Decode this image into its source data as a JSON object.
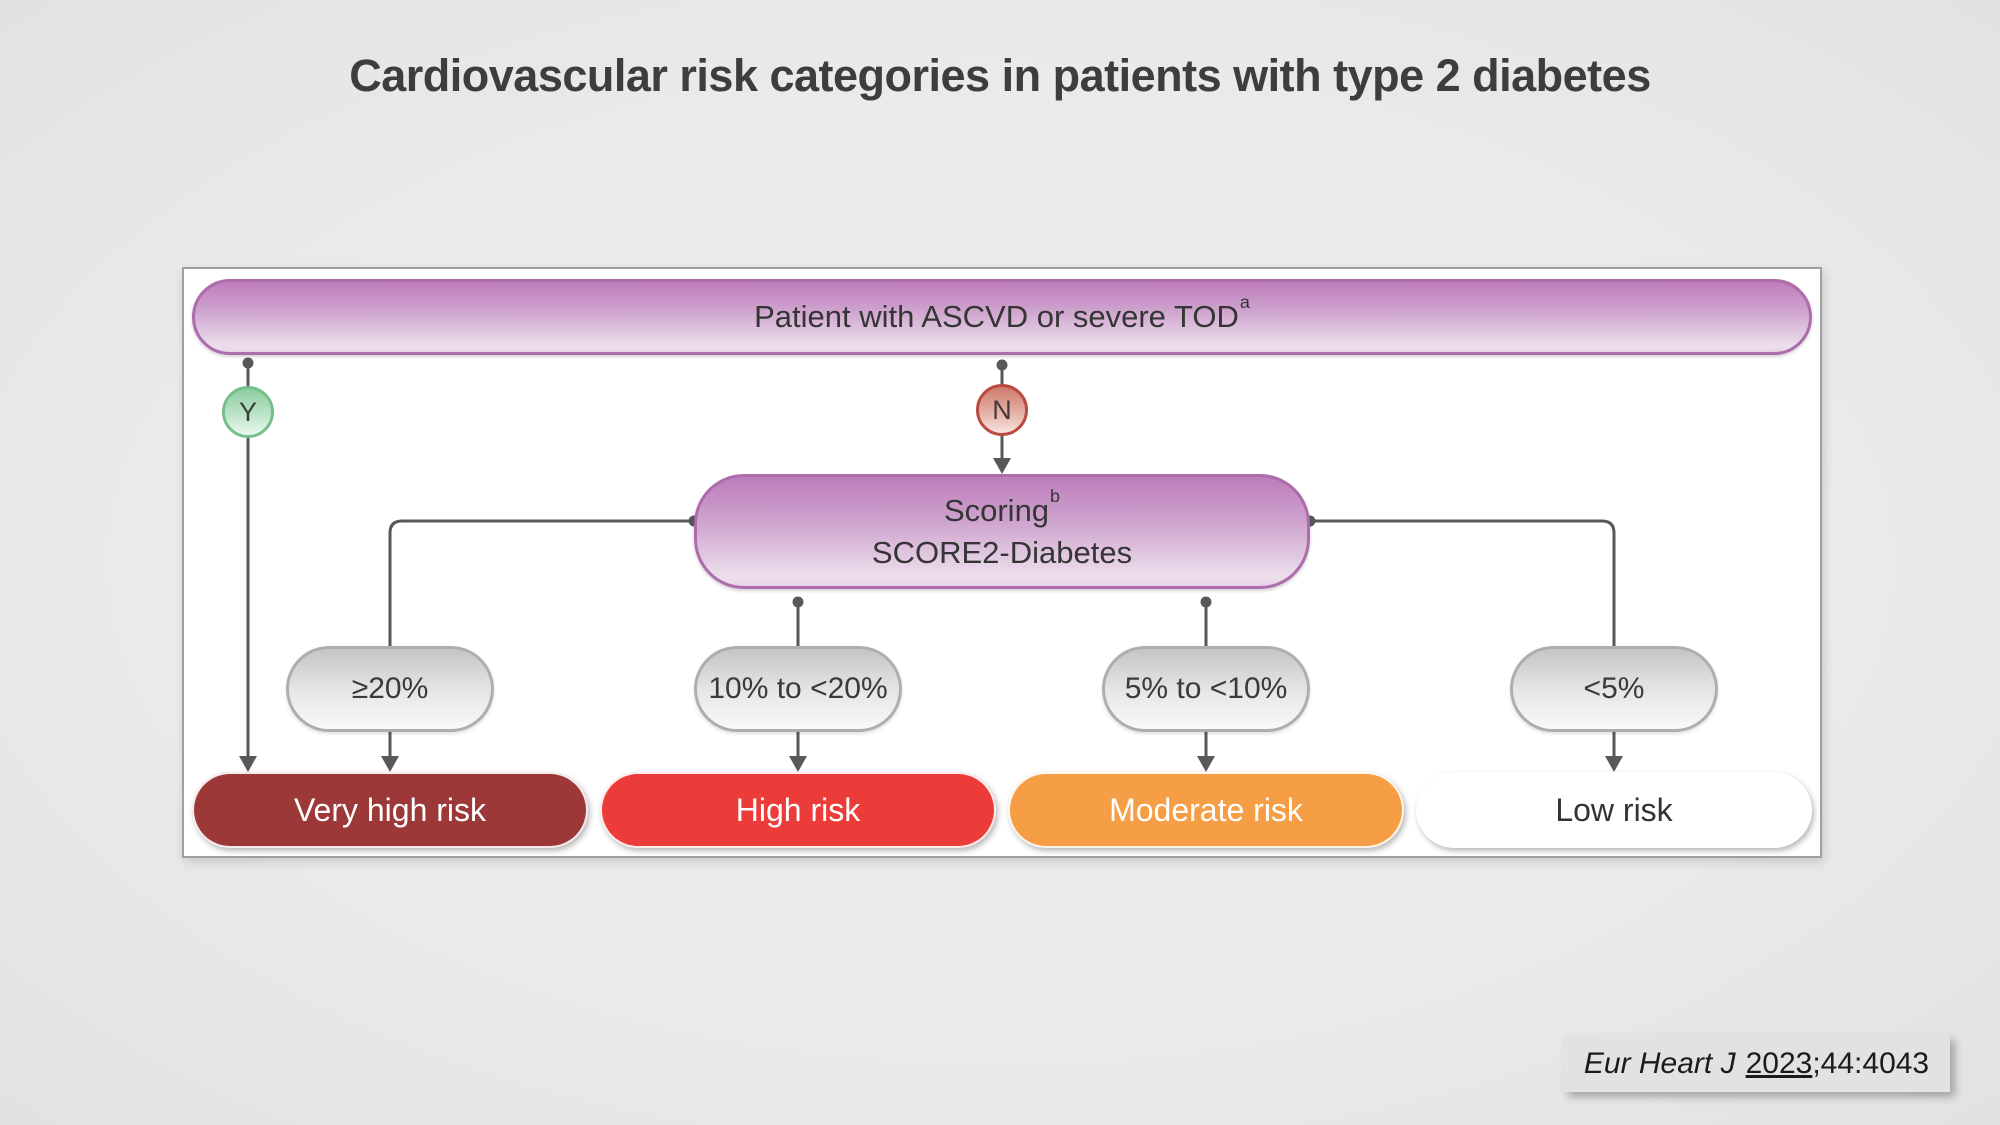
{
  "title": "Cardiovascular risk categories in patients with type 2 diabetes",
  "flowchart": {
    "patient_node": {
      "text": "Patient with ASCVD or severe TOD",
      "superscript": "a"
    },
    "yes_label": "Y",
    "no_label": "N",
    "scoring_node": {
      "line1": "Scoring",
      "line1_superscript": "b",
      "line2": "SCORE2-Diabetes"
    },
    "thresholds": [
      {
        "label": "≥20%"
      },
      {
        "label": "10% to <20%"
      },
      {
        "label": "5% to <10%"
      },
      {
        "label": "<5%"
      }
    ],
    "risk_categories": [
      {
        "label": "Very high risk",
        "color": "#9c3938",
        "text_color": "#ffffff"
      },
      {
        "label": "High risk",
        "color": "#ec3c39",
        "text_color": "#ffffff"
      },
      {
        "label": "Moderate risk",
        "color": "#f59e45",
        "text_color": "#ffffff"
      },
      {
        "label": "Low risk",
        "color": "#ffffff",
        "text_color": "#333333"
      }
    ]
  },
  "citation": {
    "journal": "Eur Heart J",
    "year": "2023",
    "rest": ";44:4043"
  },
  "colors": {
    "purple_node": "#bd7dbc",
    "purple_border": "#ad6cab",
    "yes_badge": "#8ecda1",
    "no_badge": "#cd7a6c",
    "connector": "#58585a",
    "background": "#e9e9e9",
    "panel": "#ffffff",
    "title_text": "#3d3d3d"
  }
}
